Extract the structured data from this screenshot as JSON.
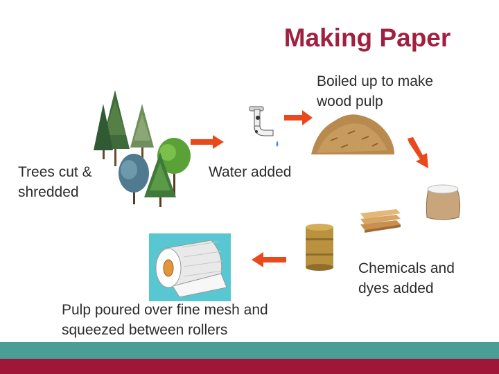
{
  "title": "Making Paper",
  "steps": [
    {
      "line1": "Trees cut &",
      "line2": "shredded"
    },
    {
      "line1": "Water added"
    },
    {
      "line1": "Boiled up to make",
      "line2": "wood pulp"
    },
    {
      "line1": "Chemicals and",
      "line2": "dyes added"
    },
    {
      "line1": "Pulp poured over fine mesh and",
      "line2": "squeezed between rollers"
    }
  ],
  "colors": {
    "title": "#a0213f",
    "arrow": "#e8491d",
    "bar_teal": "#4a9e95",
    "bar_red": "#a01638"
  },
  "illustrations": [
    "trees",
    "tap",
    "wood-pulp-pile",
    "sack",
    "cardboard-stack",
    "barrel",
    "paper-roll"
  ]
}
